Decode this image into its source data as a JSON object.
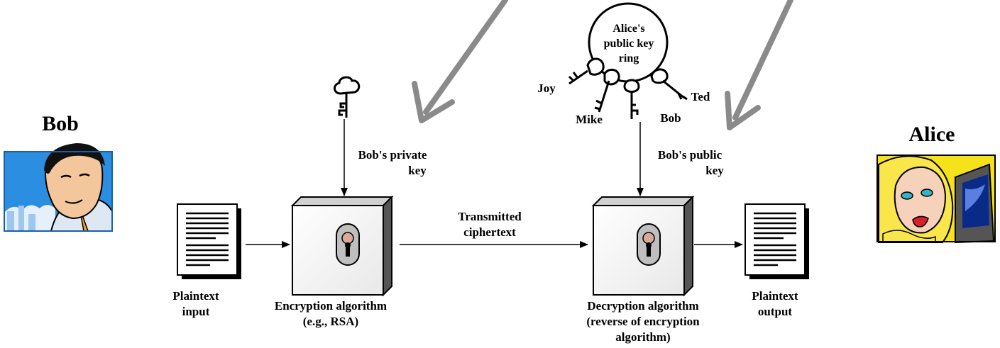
{
  "people": {
    "sender": "Bob",
    "receiver": "Alice"
  },
  "keys": {
    "private_key": [
      "Bob's private",
      "key"
    ],
    "public_key": [
      "Bob's public",
      "key"
    ],
    "ring_title": [
      "Alice's",
      "public key",
      "ring"
    ],
    "ring_names": [
      "Joy",
      "Mike",
      "Bob",
      "Ted"
    ]
  },
  "stages": {
    "plaintext_input": [
      "Plaintext",
      "input"
    ],
    "encryption": [
      "Encryption algorithm",
      "(e.g., RSA)"
    ],
    "channel": [
      "Transmitted",
      "ciphertext"
    ],
    "decryption": [
      "Decryption algorithm",
      "(reverse of encryption",
      "algorithm)"
    ],
    "plaintext_output": [
      "Plaintext",
      "output"
    ]
  },
  "colors": {
    "annotation_arrow": "#8a8a8a",
    "line": "#000000",
    "sky": "#2b8ee0",
    "hair": "#f5e21a",
    "screen": "#0a2a8a"
  }
}
